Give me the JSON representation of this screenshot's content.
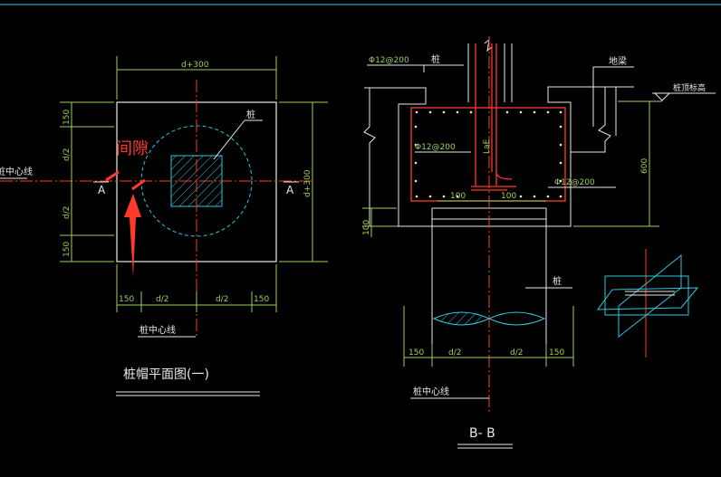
{
  "plan": {
    "top_dim": "d+300",
    "right_dim": "d+300",
    "left_dims": [
      "150",
      "d/2",
      "d/2",
      "150"
    ],
    "bottom_dims": [
      "150",
      "d/2",
      "d/2",
      "150"
    ],
    "pile_label": "桩",
    "center_line_left": "桩中心线",
    "center_line_bottom": "桩中心线",
    "section_mark_left": "A",
    "section_mark_right": "A",
    "gap_note": "间隙",
    "title": "桩帽平面图(一)"
  },
  "section": {
    "rebar_top": "Φ12@200",
    "pile_label_top": "桩",
    "ground_beam": "地梁",
    "ground_level": "桩顶标高",
    "rebar_mid": "Φ12@200",
    "lae": "LaE",
    "right_rebar": "Φ12@200",
    "dim_600": "600",
    "dim_100_left": "100",
    "dim_100_inner_left": "100",
    "dim_100_inner_right": "100",
    "pile_label_mid": "桩",
    "bottom_dims": [
      "150",
      "d/2",
      "d/2",
      "150"
    ],
    "center_line": "桩中心线",
    "title": "B- B"
  },
  "colors": {
    "background": "#000000",
    "outline": "#e8e8e8",
    "dimension": "#9fd05a",
    "rebar": "#ff3a2a",
    "pile": "#2ec8e0",
    "gap_annotation": "#ff3a2a"
  }
}
